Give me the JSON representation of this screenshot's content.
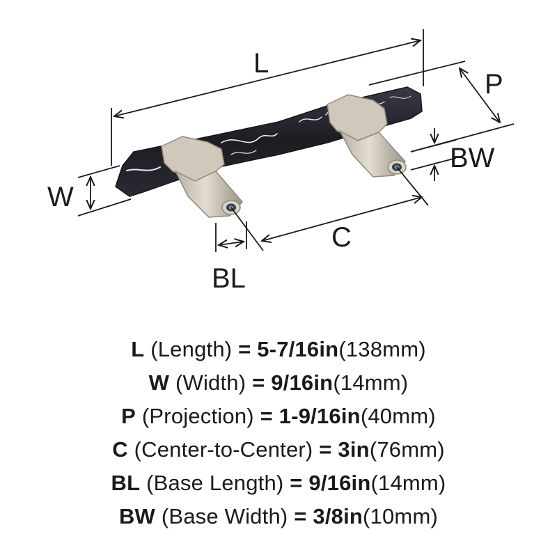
{
  "dimension_labels": {
    "L": "L",
    "W": "W",
    "P": "P",
    "BW": "BW",
    "C": "C",
    "BL": "BL"
  },
  "specs": [
    {
      "code": "L",
      "name": "(Length)",
      "eq": "=",
      "imperial": "5-7/16in",
      "metric": "(138mm)"
    },
    {
      "code": "W",
      "name": "(Width)",
      "eq": "=",
      "imperial": "9/16in",
      "metric": "(14mm)"
    },
    {
      "code": "P",
      "name": "(Projection)",
      "eq": "=",
      "imperial": "1-9/16in",
      "metric": "(40mm)"
    },
    {
      "code": "C",
      "name": "(Center-to-Center)",
      "eq": "=",
      "imperial": "3in",
      "metric": "(76mm)"
    },
    {
      "code": "BL",
      "name": "(Base Length)",
      "eq": "=",
      "imperial": "9/16in",
      "metric": "(14mm)"
    },
    {
      "code": "BW",
      "name": "(Base Width)",
      "eq": "=",
      "imperial": "3/8in",
      "metric": "(10mm)"
    }
  ],
  "colors": {
    "text": "#1a1a1a",
    "bar_dark": "#1c1c22",
    "bar_mid": "#3a3a44",
    "marble_vein": "#e8e8ee",
    "post_light": "#d8d2c6",
    "post_mid": "#b9b2a4",
    "post_dark": "#8f887b"
  },
  "icons": [
    "cabinet-pull-illustration",
    "dimension-arrow"
  ]
}
